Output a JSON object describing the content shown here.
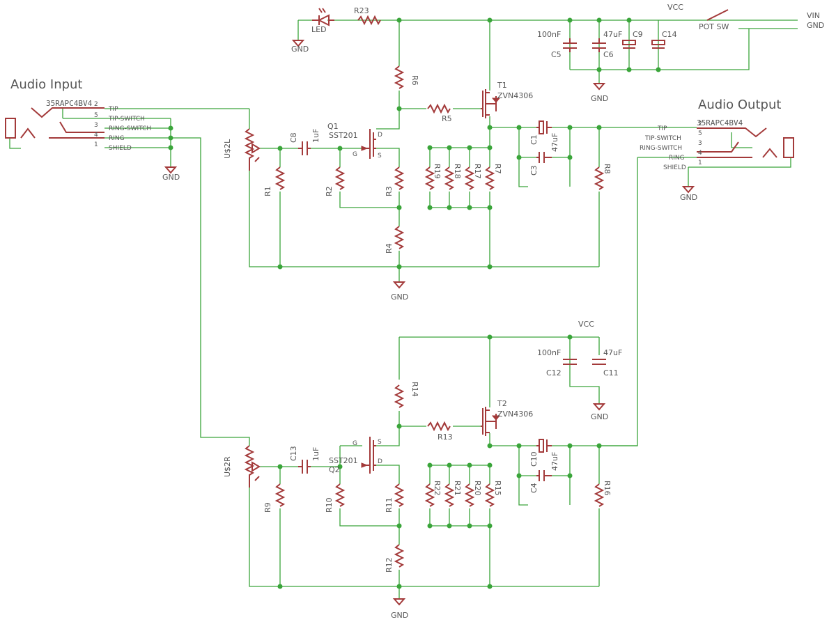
{
  "colors": {
    "wire": "#3aa53a",
    "part": "#a33a3a",
    "text": "#555555"
  },
  "titles": {
    "input": "Audio Input",
    "output": "Audio Output"
  },
  "jacks": {
    "input_part": "35RAPC4BV4",
    "output_part": "35RAPC4BV4",
    "pins": [
      "TIP",
      "TIP-SWITCH",
      "RING-SWITCH",
      "RING",
      "SHIELD"
    ],
    "pin_numbers": [
      "2",
      "5",
      "3",
      "4",
      "1"
    ]
  },
  "power": {
    "vcc": "VCC",
    "gnd": "GND",
    "vin": "VIN",
    "pwr_gnd": "GND",
    "switch": "POT SW",
    "led": "LED"
  },
  "pots": {
    "left": "U$2L",
    "right": "U$2R"
  },
  "transistors": {
    "q1": "Q1",
    "q1_val": "SST201",
    "q2": "Q2",
    "q2_val": "SST201",
    "t1": "T1",
    "t1_val": "ZVN4306",
    "t2": "T2",
    "t2_val": "ZVN4306",
    "pin_d": "D",
    "pin_g": "G",
    "pin_s": "S"
  },
  "resistors": [
    "R1",
    "R2",
    "R3",
    "R4",
    "R5",
    "R6",
    "R7",
    "R8",
    "R9",
    "R10",
    "R11",
    "R12",
    "R13",
    "R14",
    "R15",
    "R16",
    "R17",
    "R18",
    "R19",
    "R20",
    "R21",
    "R22",
    "R23"
  ],
  "capacitors": {
    "c1": "C1",
    "c3": "C3",
    "c4": "C4",
    "c5": "C5",
    "c6": "C6",
    "c8": "C8",
    "c9": "C9",
    "c10": "C10",
    "c11": "C11",
    "c12": "C12",
    "c13": "C13",
    "c14": "C14",
    "v_100nf": "100nF",
    "v_47uf": "47uF",
    "v_1uf": "1uF"
  }
}
